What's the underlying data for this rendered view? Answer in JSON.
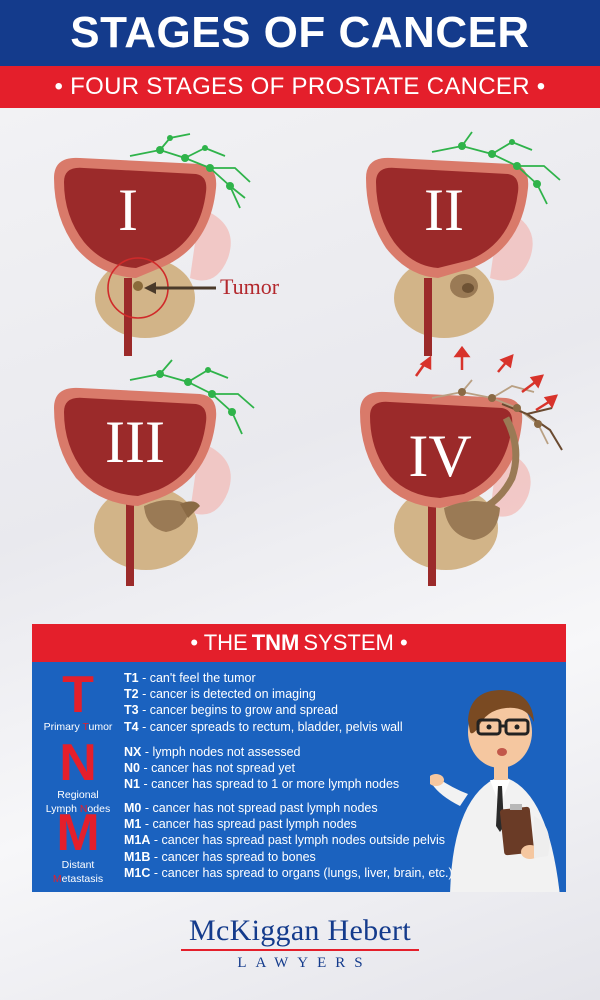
{
  "header": {
    "title": "STAGES OF CANCER"
  },
  "subheader": {
    "title": "• FOUR STAGES OF PROSTATE CANCER •"
  },
  "stages": [
    {
      "numeral": "I"
    },
    {
      "numeral": "II"
    },
    {
      "numeral": "III"
    },
    {
      "numeral": "IV"
    }
  ],
  "tumor_label": "Tumor",
  "tnm": {
    "title_prefix": "• THE",
    "title_bold": "TNM",
    "title_suffix": "SYSTEM •",
    "groups": [
      {
        "letter": "T",
        "caption_pre": "Primary ",
        "caption_hl": "T",
        "caption_post": "umor",
        "items": [
          {
            "code": "T1",
            "text": " - can't feel the tumor"
          },
          {
            "code": "T2",
            "text": " - cancer is detected on imaging"
          },
          {
            "code": "T3",
            "text": " - cancer begins to grow and spread"
          },
          {
            "code": "T4",
            "text": " - cancer spreads to rectum, bladder, pelvis wall"
          }
        ]
      },
      {
        "letter": "N",
        "caption_line1": "Regional",
        "caption_pre": "Lymph ",
        "caption_hl": "N",
        "caption_post": "odes",
        "items": [
          {
            "code": "NX",
            "text": " - lymph nodes not assessed"
          },
          {
            "code": "N0",
            "text": " - cancer has not spread yet"
          },
          {
            "code": "N1",
            "text": " - cancer has spread to 1 or more lymph nodes"
          }
        ]
      },
      {
        "letter": "M",
        "caption_line1": "Distant",
        "caption_pre": "",
        "caption_hl": "M",
        "caption_post": "etastasis",
        "items": [
          {
            "code": "M0",
            "text": "   - cancer has not spread past lymph nodes"
          },
          {
            "code": "M1",
            "text": "   - cancer has spread past lymph nodes"
          },
          {
            "code": "M1A",
            "text": " - cancer has spread past lymph nodes outside pelvis"
          },
          {
            "code": "M1B",
            "text": " - cancer has spread to bones"
          },
          {
            "code": "M1C",
            "text": " - cancer has spread to organs (lungs, liver, brain, etc.)"
          }
        ]
      }
    ]
  },
  "logo": {
    "name": "McKiggan Hebert",
    "sub": "LAWYERS"
  },
  "colors": {
    "navy": "#143b8c",
    "red": "#e41f2b",
    "tnm_blue": "#1b62bf",
    "bladder": "#9b2a2a",
    "bladder_rim": "#d97a6a",
    "prostate": "#d2b488",
    "lymph_green": "#2fb34a"
  }
}
